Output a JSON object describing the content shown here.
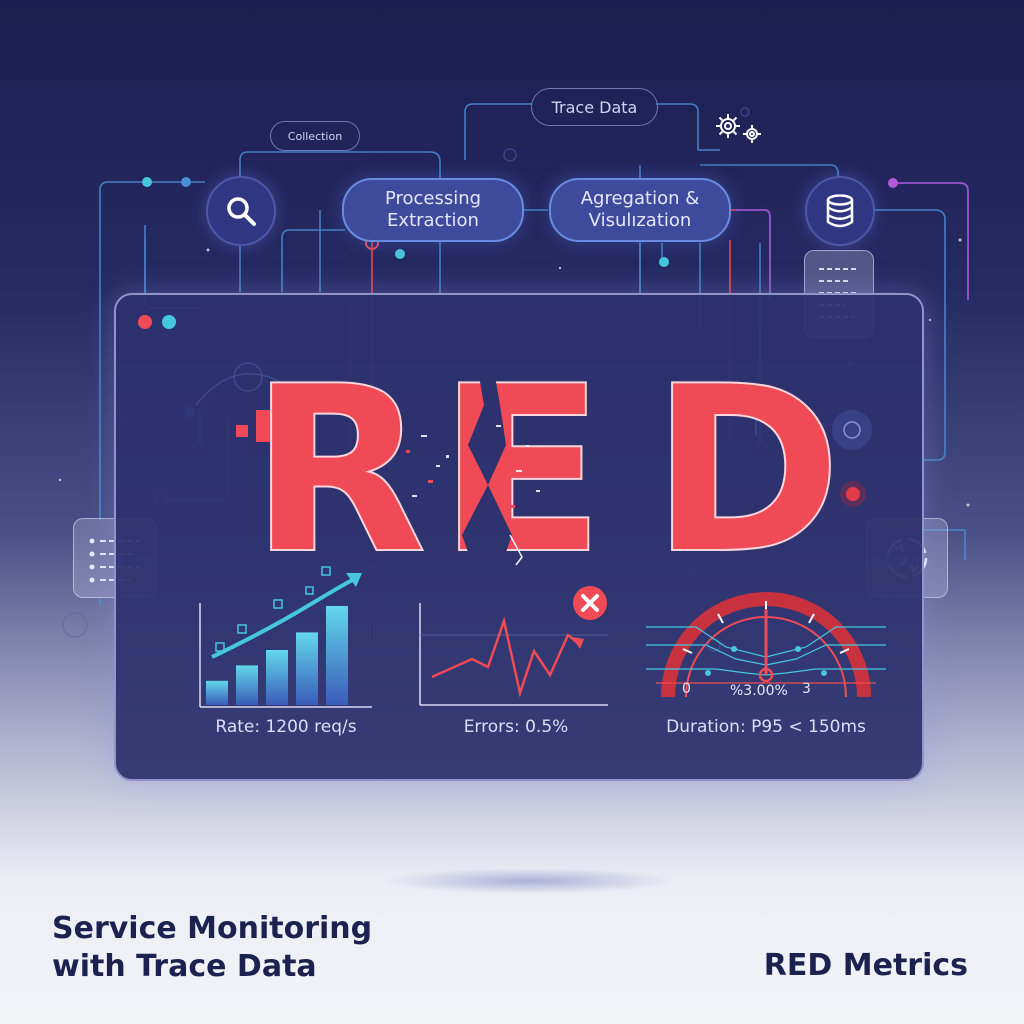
{
  "pipeline": {
    "collection_label": "Collection",
    "trace_data_label": "Trace Data",
    "processing_label": "Processing\nExtraction",
    "aggregation_label": "Agregation &\nVisulızation"
  },
  "panel": {
    "headline": "RED",
    "rate_label": "Rate: 1200 req/s",
    "errors_label": "Errors: 0.5%",
    "duration_label": "Duration: P95 < 150ms",
    "gauge_value": "%3.00%",
    "gauge_left": "0",
    "gauge_right": "3",
    "rate_bars": [
      0.22,
      0.36,
      0.5,
      0.66,
      0.9
    ]
  },
  "footer": {
    "left_title": "Service Monitoring\nwith Trace Data",
    "right_title": "RED Metrics"
  },
  "colors": {
    "accent_red": "#ef4a55",
    "accent_cyan": "#45c7dd",
    "accent_purple": "#b05ad6",
    "panel_bg": "#2c326e"
  },
  "icons": [
    "search-icon",
    "database-icon",
    "gear-icon",
    "document-icon",
    "list-icon",
    "refresh-icon",
    "error-icon"
  ]
}
